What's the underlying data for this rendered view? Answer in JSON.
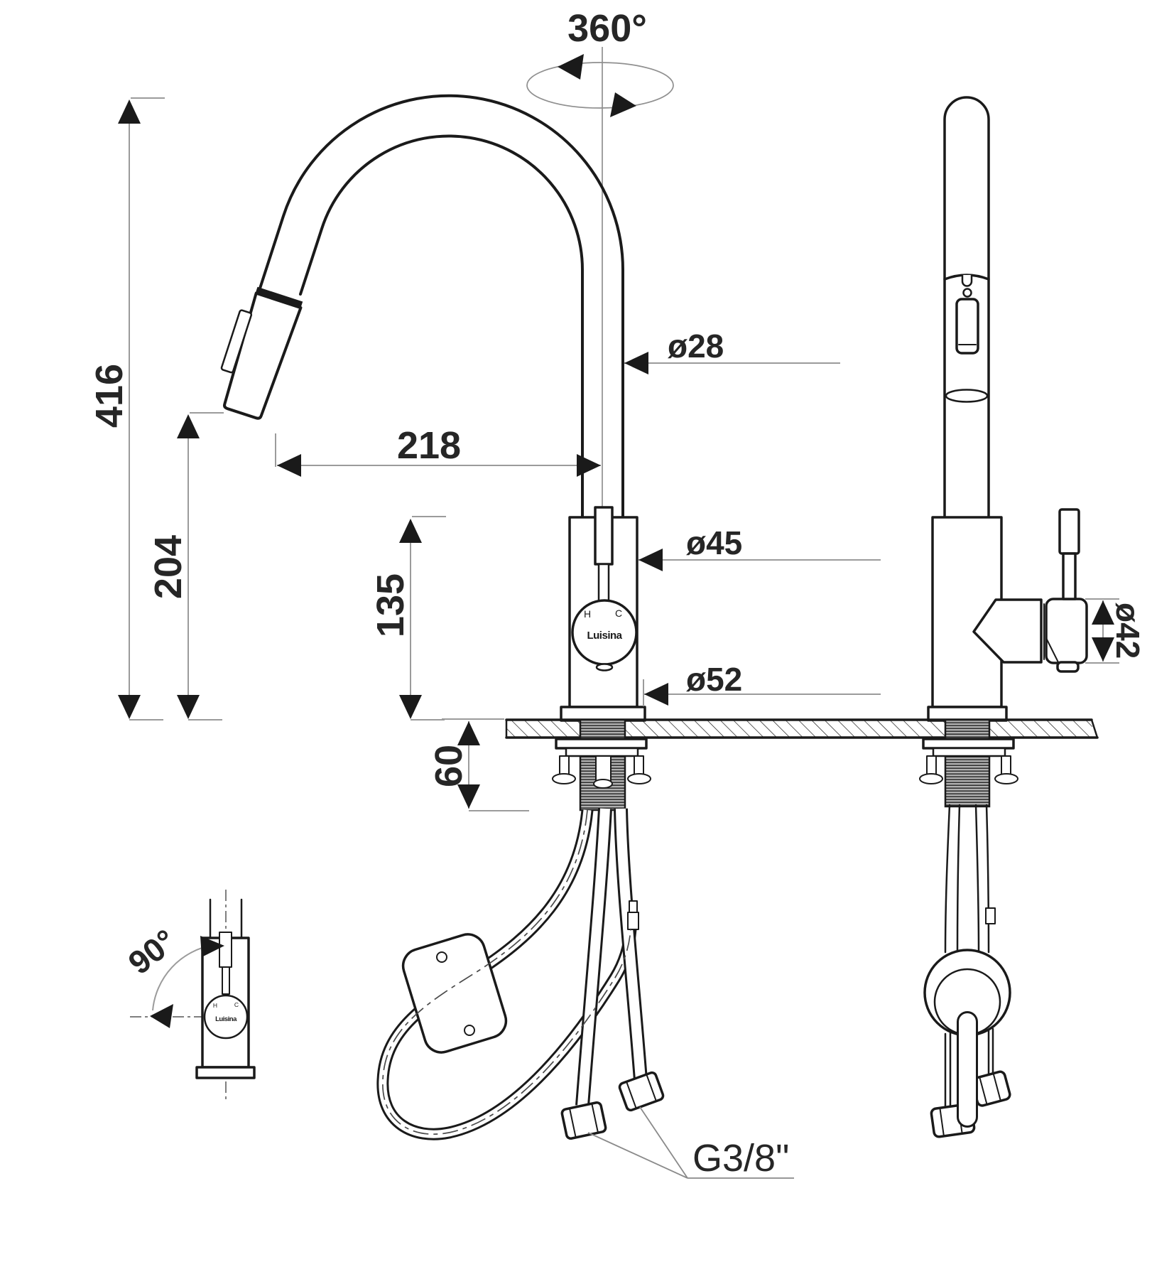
{
  "dimensions": {
    "swivel": "360°",
    "overall_height": "416",
    "outlet_height": "204",
    "reach": "218",
    "body_height": "135",
    "deck_thickness": "60",
    "spout_diameter": "ø28",
    "body_diameter": "ø45",
    "base_diameter": "ø52",
    "handle_diameter": "ø42",
    "handle_swing": "90°",
    "connection_thread": "G3/8\""
  },
  "branding": {
    "brand": "Luisina",
    "hot": "H",
    "cold": "C"
  },
  "colors": {
    "line": "#1a1a1a",
    "dim_line": "#9b9b9b",
    "text": "#262626",
    "background": "#ffffff"
  }
}
